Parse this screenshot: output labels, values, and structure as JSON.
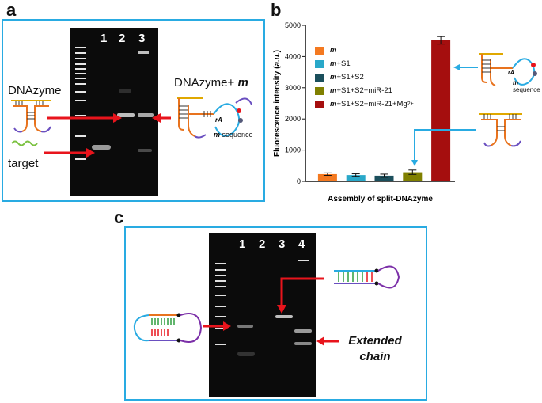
{
  "panel_a": {
    "letter": "a",
    "lanes": [
      "1",
      "2",
      "3"
    ],
    "label_dnazyme": "DNAzyme",
    "label_target": "target",
    "label_dnazyme_m_prefix": "DNAzyme+ ",
    "label_dnazyme_m_suffix": "m",
    "schematic_rA": "rA",
    "schematic_m_italic": "m",
    "schematic_sequence": " sequence"
  },
  "panel_b": {
    "letter": "b",
    "schematic_rA": "rA",
    "schematic_m_italic": "m",
    "schematic_sequence": " sequence",
    "legend": [
      {
        "m": "m",
        "rest": "",
        "sup": "",
        "color": "#f47920"
      },
      {
        "m": "m",
        "rest": "+S1",
        "sup": "",
        "color": "#29a8c9"
      },
      {
        "m": "m",
        "rest": "+S1+S2",
        "sup": "",
        "color": "#1b4f5c"
      },
      {
        "m": "m",
        "rest": "+S1+S2+miR-21",
        "sup": "",
        "color": "#808000"
      },
      {
        "m": "m",
        "rest": "+S1+S2+miR-21+Mg",
        "sup": "2+",
        "color": "#a50e0e"
      }
    ]
  },
  "panel_c": {
    "letter": "c",
    "lanes": [
      "1",
      "2",
      "3",
      "4"
    ],
    "extended_line1": "Extended",
    "extended_line2": "chain"
  },
  "chart_data": {
    "type": "bar",
    "categories": [
      "m",
      "m+S1",
      "m+S1+S2",
      "m+S1+S2+miR-21",
      "m+S1+S2+miR-21+Mg2+"
    ],
    "values": [
      230,
      200,
      180,
      290,
      4520
    ],
    "errors": [
      40,
      40,
      50,
      70,
      120
    ],
    "colors": [
      "#f47920",
      "#29a8c9",
      "#1b4f5c",
      "#808000",
      "#a50e0e"
    ],
    "xlabel": "Assembly of split-DNAzyme",
    "ylabel_prefix": "Fluorescence intensity (",
    "ylabel_unit": "a.u.",
    "ylabel_suffix": ")",
    "ylim": [
      0,
      5000
    ],
    "yticks": [
      "0",
      "1000",
      "2000",
      "3000",
      "4000",
      "5000"
    ],
    "legend_position": "top-left",
    "grid": false
  }
}
